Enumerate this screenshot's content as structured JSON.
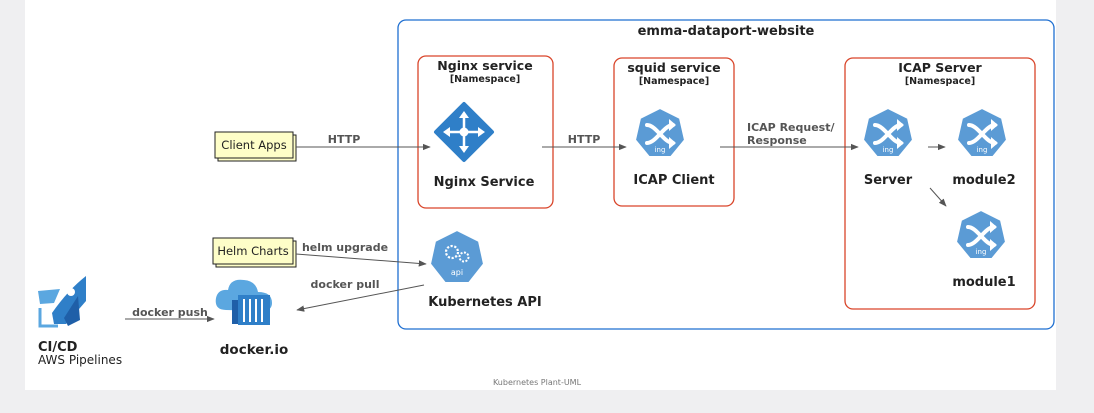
{
  "diagram": {
    "cluster": {
      "title": "emma-dataport-website"
    },
    "groups": {
      "nginx": {
        "title": "Nginx service",
        "subtitle": "[Namespace]"
      },
      "squid": {
        "title": "squid service",
        "subtitle": "[Namespace]"
      },
      "icap": {
        "title": "ICAP Server",
        "subtitle": "[Namespace]"
      }
    },
    "nodes": {
      "client_apps": {
        "label": "Client Apps"
      },
      "helm_charts": {
        "label": "Helm Charts"
      },
      "nginx_service": {
        "label": "Nginx Service"
      },
      "icap_client": {
        "label": "ICAP Client",
        "icon_text": "ing"
      },
      "server": {
        "label": "Server",
        "icon_text": "ing"
      },
      "module2": {
        "label": "module2",
        "icon_text": "ing"
      },
      "module1": {
        "label": "module1",
        "icon_text": "ing"
      },
      "kube_api": {
        "label": "Kubernetes API",
        "icon_text": "api"
      },
      "cicd": {
        "label": "CI/CD",
        "sublabel": "AWS Pipelines"
      },
      "docker": {
        "label": "docker.io"
      }
    },
    "edges": {
      "http1": "HTTP",
      "http2": "HTTP",
      "icap_req_1": "ICAP Request/",
      "icap_req_2": "Response",
      "helm_upgrade": "helm upgrade",
      "docker_pull": "docker pull",
      "docker_push": "docker push"
    },
    "footer": "Kubernetes Plant-UML",
    "colors": {
      "cluster_border": "#1f6fd1",
      "group_border": "#d9452a",
      "kube_blue": "#5b9bd5",
      "azure_blue": "#2f7fc8",
      "note_fill": "#fefec8",
      "edge": "#555555"
    }
  }
}
